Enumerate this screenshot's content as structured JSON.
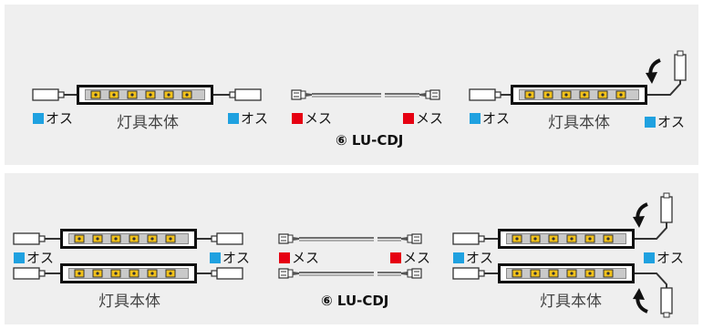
{
  "labels": {
    "male": "オス",
    "female": "メス",
    "fixture_body": "灯具本体",
    "model_top": "⑥ LU-CDJ",
    "model_bottom": "⑥ LU-CDJ"
  },
  "colors": {
    "male_marker": "#1fa1e0",
    "female_marker": "#e60012",
    "panel_bg": "#efefef",
    "led_yellow": "#f2c21a"
  },
  "icons": [
    "curved-arrow-icon",
    "led-dot-icon",
    "connector-plug-icon",
    "connector-socket-icon"
  ]
}
